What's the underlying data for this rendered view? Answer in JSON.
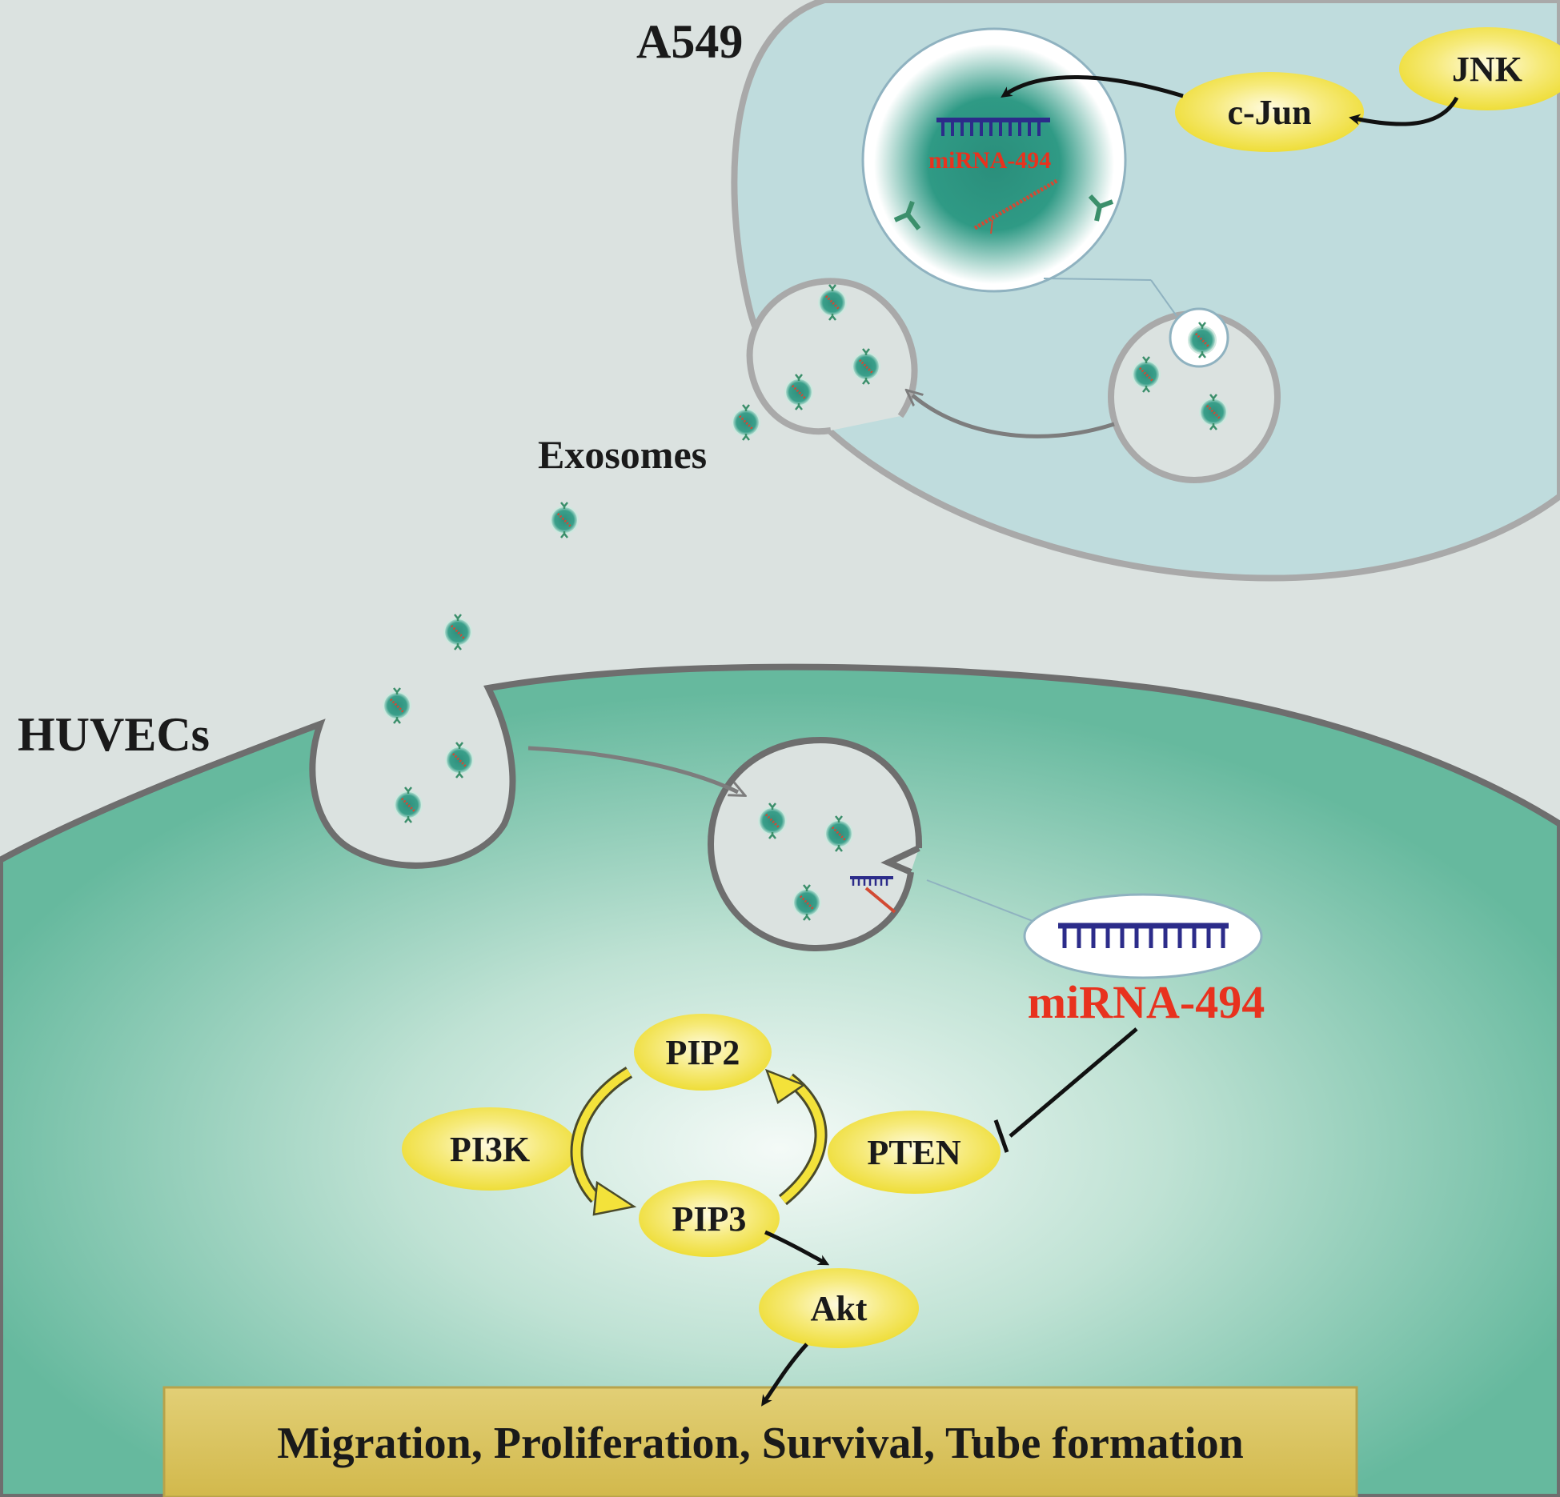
{
  "labels": {
    "a549": "A549",
    "exosomes": "Exosomes",
    "huvecs": "HUVECs",
    "mirna_small": "miRNA-494",
    "mirna_large": "miRNA-494",
    "outcome": "Migration, Proliferation, Survival, Tube formation"
  },
  "nodes": {
    "jnk": "JNK",
    "cjun": "c-Jun",
    "pip2": "PIP2",
    "pip3": "PIP3",
    "pi3k": "PI3K",
    "pten": "PTEN",
    "akt": "Akt"
  },
  "colors": {
    "background": "#dbe2e0",
    "a549_cell": "#bfdcdd",
    "huvec_cell": "#6fbfa5",
    "node_yellow": "#f3e23a",
    "mirna_red": "#e8321e",
    "outcome_box": "#d8c25c",
    "membrane": "#7d7d7d",
    "vesicle_membrane": "#a9a9a9"
  }
}
